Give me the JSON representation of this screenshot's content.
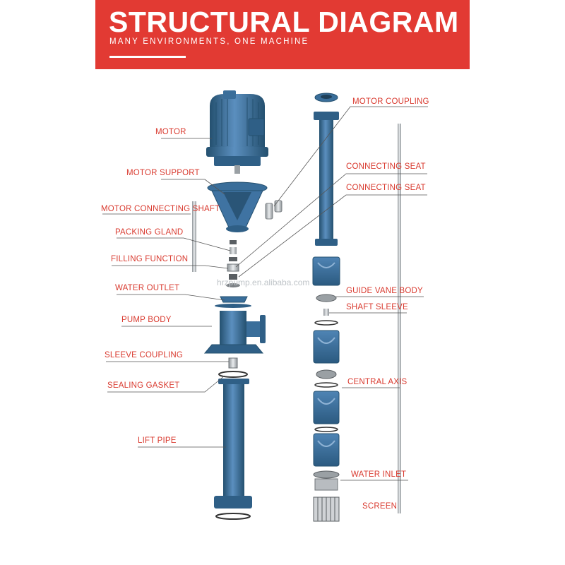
{
  "header": {
    "title": "STRUCTURAL DIAGRAM",
    "subtitle": "MANY ENVIRONMENTS, ONE MACHINE"
  },
  "watermark": "hrzpump.en.alibaba.com",
  "labels": {
    "motor": "MOTOR",
    "motor_support": "MOTOR SUPPORT",
    "motor_connecting_shaft": "MOTOR CONNECTING SHAFT",
    "packing_gland": "PACKING GLAND",
    "filling_function": "FILLING FUNCTION",
    "water_outlet": "WATER OUTLET",
    "pump_body": "PUMP BODY",
    "sleeve_coupling": "SLEEVE COUPLING",
    "sealing_gasket": "SEALING GASKET",
    "lift_pipe": "LIFT PIPE",
    "motor_coupling": "MOTOR COUPLING",
    "connecting_seat_1": "CONNECTING SEAT",
    "connecting_seat_2": "CONNECTING SEAT",
    "guide_vane_body": "GUIDE VANE BODY",
    "shaft_sleeve": "SHAFT SLEEVE",
    "central_axis": "CENTRAL AXIS",
    "water_inlet": "WATER INLET",
    "screen": "SCREEN"
  },
  "colors": {
    "banner": "#e23a33",
    "label_text": "#d93a2f",
    "pump_blue": "#3a6e9a",
    "pump_blue_dark": "#24506f",
    "pump_blue_light": "#5b8fbf",
    "metal": "#b8bcc0",
    "leader_line": "#555555"
  }
}
